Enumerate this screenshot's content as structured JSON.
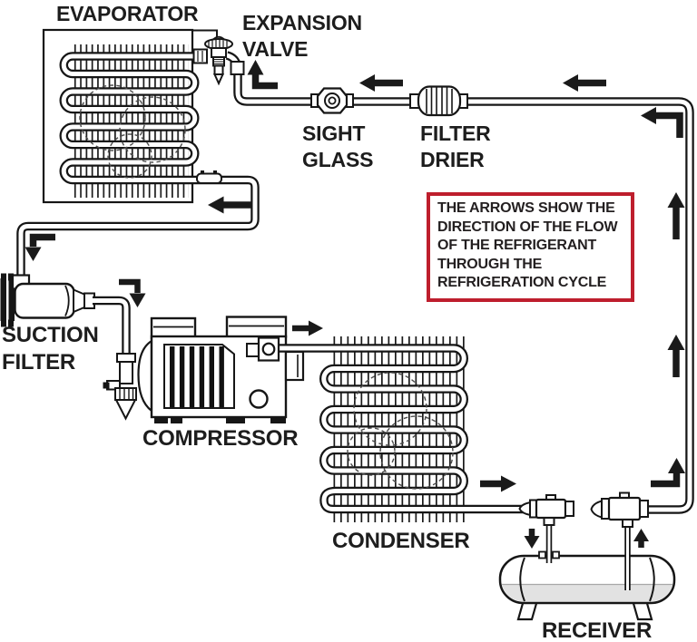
{
  "diagram": {
    "title_implicit": "Refrigeration cycle diagram",
    "labels": {
      "evaporator": "EVAPORATOR",
      "expansion_valve": "EXPANSION\nVALVE",
      "sight_glass": "SIGHT\nGLASS",
      "filter_drier": "FILTER\nDRIER",
      "suction_filter": "SUCTION\nFILTER",
      "compressor": "COMPRESSOR",
      "condenser": "CONDENSER",
      "receiver": "RECEIVER"
    },
    "note": {
      "text": "THE ARROWS SHOW THE\nDIRECTION OF THE FLOW\nOF THE REFRIGERANT\nTHROUGH THE\nREFRIGERATION CYCLE",
      "border_color": "#be1e2d"
    },
    "flow_arrows": [
      {
        "id": "liquid-line-mid",
        "direction": "left"
      },
      {
        "id": "liquid-line-right",
        "direction": "left"
      },
      {
        "id": "top-right-corner",
        "direction": "up-then-left"
      },
      {
        "id": "riser-upper",
        "direction": "up"
      },
      {
        "id": "riser-lower",
        "direction": "up"
      },
      {
        "id": "bottom-right-corner",
        "direction": "left-then-up"
      },
      {
        "id": "condenser-outlet",
        "direction": "right"
      },
      {
        "id": "compressor-discharge",
        "direction": "right"
      },
      {
        "id": "compressor-inlet",
        "direction": "right-then-down"
      },
      {
        "id": "evaporator-return",
        "direction": "right-then-down"
      },
      {
        "id": "below-evaporator",
        "direction": "left"
      },
      {
        "id": "expansion-valve-inlet",
        "direction": "up"
      },
      {
        "id": "receiver-inlet",
        "direction": "down"
      },
      {
        "id": "receiver-outlet",
        "direction": "up"
      }
    ],
    "colors": {
      "line": "#161616",
      "background": "#ffffff",
      "text": "#1d1d1d",
      "note_border": "#be1e2d",
      "receiver_liquid": "#e2e2e2"
    }
  }
}
